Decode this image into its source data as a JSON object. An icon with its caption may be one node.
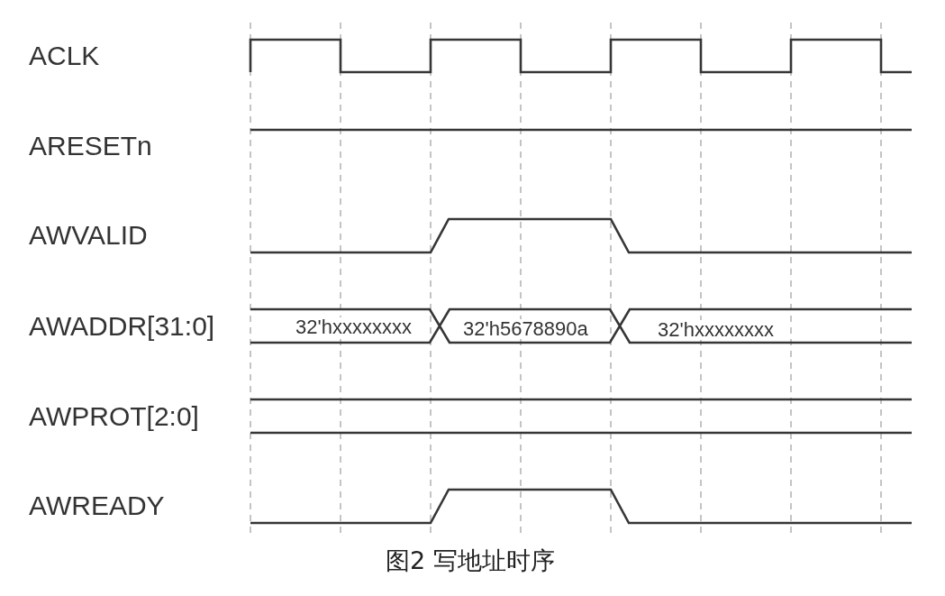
{
  "diagram": {
    "caption": "图2 写地址时序",
    "labels": [
      "ACLK",
      "ARESETn",
      "AWVALID",
      "AWADDR[31:0]",
      "32'hxxxxxxxx",
      "32'h5678890a",
      "32'hxxxxxxxx",
      "AWPROT[2:0]",
      "AWREADY"
    ]
  }
}
